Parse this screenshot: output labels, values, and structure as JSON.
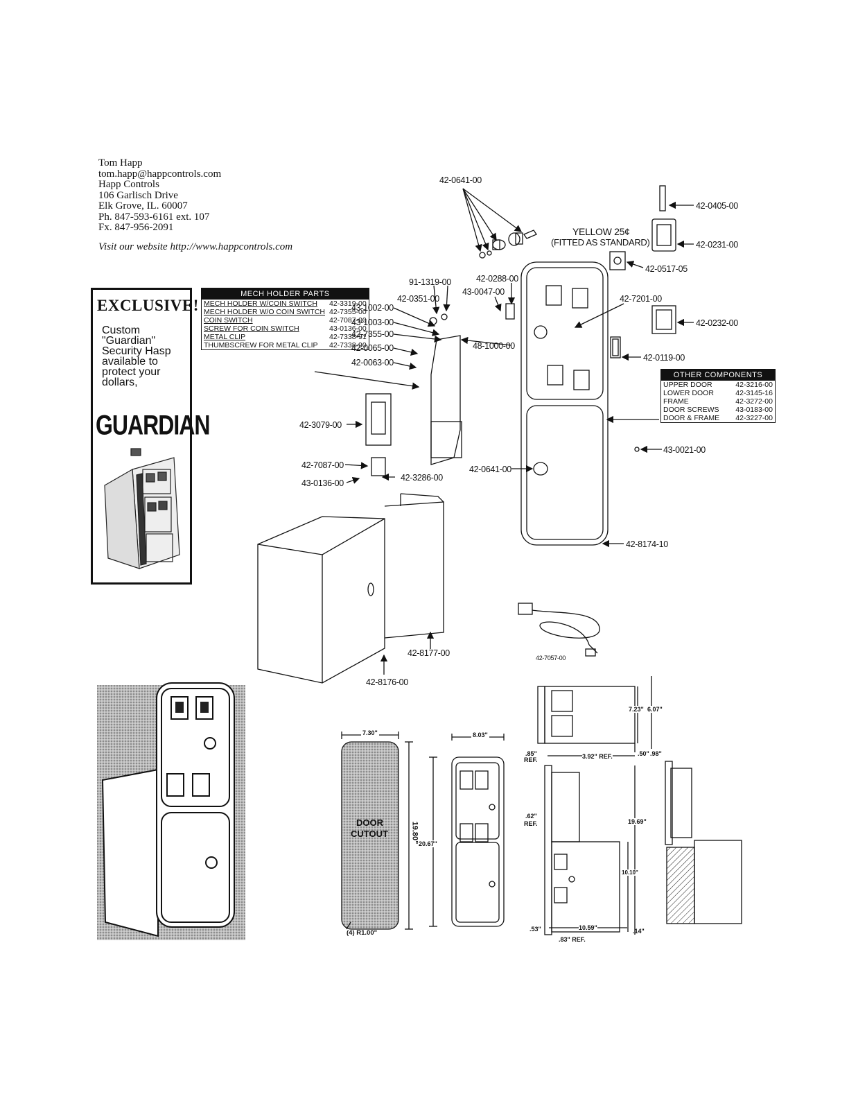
{
  "contact": {
    "name": "Tom Happ",
    "email": "tom.happ@happcontrols.com",
    "company": "Happ Controls",
    "street": "106 Garlisch Drive",
    "city": "Elk Grove, IL.   60007",
    "phone": "Ph. 847-593-6161 ext. 107",
    "fax": "Fx. 847-956-2091",
    "website": "Visit our website http://www.happcontrols.com"
  },
  "ad": {
    "exclusive": "EXCLUSIVE!",
    "body": "Custom \"Guardian\" Security Hasp available to protect your dollars,",
    "brand": "GUARDIAN"
  },
  "mech_holder": {
    "title": "MECH HOLDER PARTS",
    "rows": [
      {
        "label": "MECH HOLDER W/COIN SWITCH",
        "part": "42-3319-00"
      },
      {
        "label": "MECH HOLDER W/O COIN SWITCH",
        "part": "42-7355-00"
      },
      {
        "label": "COIN SWITCH",
        "part": "42-7087-00"
      },
      {
        "label": "SCREW FOR COIN SWITCH",
        "part": "43-0136-00"
      },
      {
        "label": "METAL CLIP",
        "part": "42-7338-91"
      },
      {
        "label": "THUMBSCREW FOR METAL CLIP",
        "part": "42-7338-90"
      }
    ]
  },
  "other_components": {
    "title": "OTHER COMPONENTS",
    "rows": [
      {
        "label": "UPPER DOOR",
        "part": "42-3216-00"
      },
      {
        "label": "LOWER DOOR",
        "part": "42-3145-16"
      },
      {
        "label": "FRAME",
        "part": "42-3272-00"
      },
      {
        "label": "DOOR SCREWS",
        "part": "43-0183-00"
      },
      {
        "label": "DOOR & FRAME",
        "part": "42-3227-00"
      }
    ]
  },
  "callouts": {
    "c_0641_top": "42-0641-00",
    "c_0405": "42-0405-00",
    "yellow": "YELLOW 25¢",
    "fitted": "(FITTED AS STANDARD)",
    "c_0231": "42-0231-00",
    "c_0517": "42-0517-05",
    "c_1319": "91-1319-00",
    "c_0288": "42-0288-00",
    "c_0351": "42-0351-00",
    "c_0047": "43-0047-00",
    "c_7201": "42-7201-00",
    "c_1002": "43-1002-00",
    "c_1003": "43-1003-00",
    "c_7355": "42-7355-00",
    "c_0065": "42-0065-00",
    "c_0063": "42-0063-00",
    "c_48_1000": "48-1000-00",
    "c_0232": "42-0232-00",
    "c_0119": "42-0119-00",
    "c_3079": "42-3079-00",
    "c_0021": "43-0021-00",
    "c_7087": "42-7087-00",
    "c_0136": "43-0136-00",
    "c_3286": "42-3286-00",
    "c_0641_mid": "42-0641-00",
    "c_8174": "42-8174-10",
    "c_8177": "42-8177-00",
    "c_8176": "42-8176-00",
    "c_7057": "42-7057-00"
  },
  "dimensions": {
    "cutout_w": "7.30\"",
    "cutout_label_1": "DOOR",
    "cutout_label_2": "CUTOUT",
    "cutout_h": "19.80\"",
    "radius": "(4) R1.00\"",
    "door_w": "8.03\"",
    "door_h": "20.67\"",
    "top_h1": "7.23\"",
    "top_h2": "6.07\"",
    "top_b1": ".50\"",
    "top_b2": ".98\"",
    "ref085": ".85\"",
    "ref_word": "REF.",
    "ref392": "3.92\" REF.",
    "ref062": ".62\"",
    "side_h": "19.69\"",
    "box_h": "10.10\"",
    "d053": ".53\"",
    "d1059": "10.59\"",
    "d014": ".14\"",
    "ref083": ".83\" REF."
  }
}
